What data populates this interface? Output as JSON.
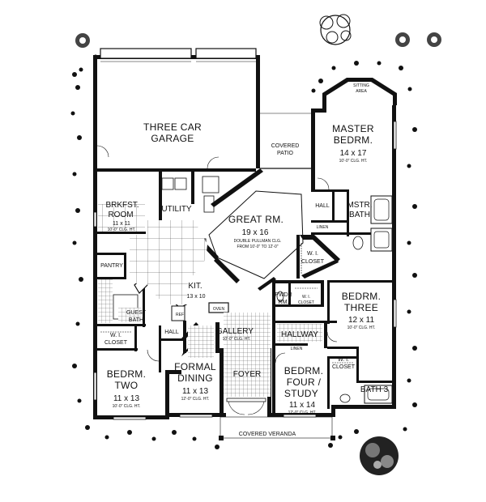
{
  "rooms": {
    "garage": {
      "line1": "THREE CAR",
      "line2": "GARAGE"
    },
    "covered_patio": {
      "line1": "COVERED",
      "line2": "PATIO"
    },
    "master": {
      "line1": "MASTER",
      "line2": "BEDRM.",
      "size": "14 x 17",
      "ceiling": "10'-0\" CLG. HT."
    },
    "sitting": {
      "line1": "SITTING",
      "line2": "AREA"
    },
    "great": {
      "name": "GREAT RM.",
      "size": "19 x 16",
      "note1": "DOUBLE PULLMAN CLG.",
      "note2": "FROM 10'-0\" TO 12'-0\""
    },
    "brkfst": {
      "line1": "BRKFST.",
      "line2": "ROOM",
      "size": "11 x 11",
      "ceiling": "10'-0\" CLG. HT."
    },
    "utility": {
      "name": "UTILITY"
    },
    "pantry": {
      "name": "PANTRY"
    },
    "kit": {
      "name": "KIT.",
      "size": "13 x 10"
    },
    "guest_bath": {
      "line1": "GUEST",
      "line2": "BATH"
    },
    "wl_closet_left": {
      "line1": "W. I.",
      "line2": "CLOSET"
    },
    "hall_left": {
      "name": "HALL"
    },
    "oven": {
      "name": "OVEN"
    },
    "pwdr": {
      "line1": "PWDR",
      "line2": "RM."
    },
    "hall_master": {
      "name": "HALL"
    },
    "linen_top": {
      "name": "LINEN"
    },
    "mstr_bath": {
      "line1": "MSTR.",
      "line2": "BATH"
    },
    "wl_closet_master": {
      "line1": "W. I.",
      "line2": "CLOSET"
    },
    "wl_closet_three": {
      "line1": "W. I.",
      "line2": "CLOSET"
    },
    "three": {
      "line1": "BEDRM.",
      "line2": "THREE",
      "size": "12 x 11",
      "ceiling": "10'-0\" CLG. HT."
    },
    "hallway": {
      "name": "HALLWAY"
    },
    "linen_mid": {
      "name": "LINEN"
    },
    "gallery": {
      "name": "GALLERY",
      "ceiling": "10'-0\" CLG. HT."
    },
    "foyer": {
      "name": "FOYER"
    },
    "two": {
      "line1": "BEDRM.",
      "line2": "TWO",
      "size": "11 x 13",
      "ceiling": "10'-0\" CLG. HT."
    },
    "dining": {
      "line1": "FORMAL",
      "line2": "DINING",
      "size": "11 x 13",
      "ceiling": "12'-0\" CLG. HT."
    },
    "four": {
      "line1": "BEDRM.",
      "line2": "FOUR /",
      "line3": "STUDY",
      "size": "11 x 14",
      "ceiling": "12'-0\" CLG. HT."
    },
    "wl_closet_four": {
      "line1": "W. I.",
      "line2": "CLOSET"
    },
    "bath3": {
      "name": "BATH 3"
    },
    "veranda": {
      "name": "COVERED VERANDA"
    },
    "sink_tag": {
      "name": "REF"
    }
  }
}
